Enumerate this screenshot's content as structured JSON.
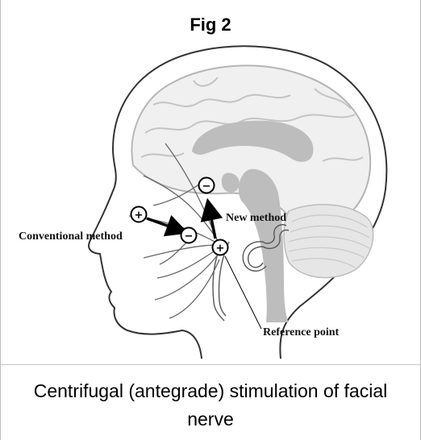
{
  "figure": {
    "title": "Fig 2",
    "caption": "Centrifugal (antegrade) stimulation of facial nerve"
  },
  "labels": {
    "conventional": "Conventional method",
    "new_method": "New method",
    "reference": "Reference point"
  },
  "electrodes": {
    "plus": "+",
    "minus": "−"
  }
}
